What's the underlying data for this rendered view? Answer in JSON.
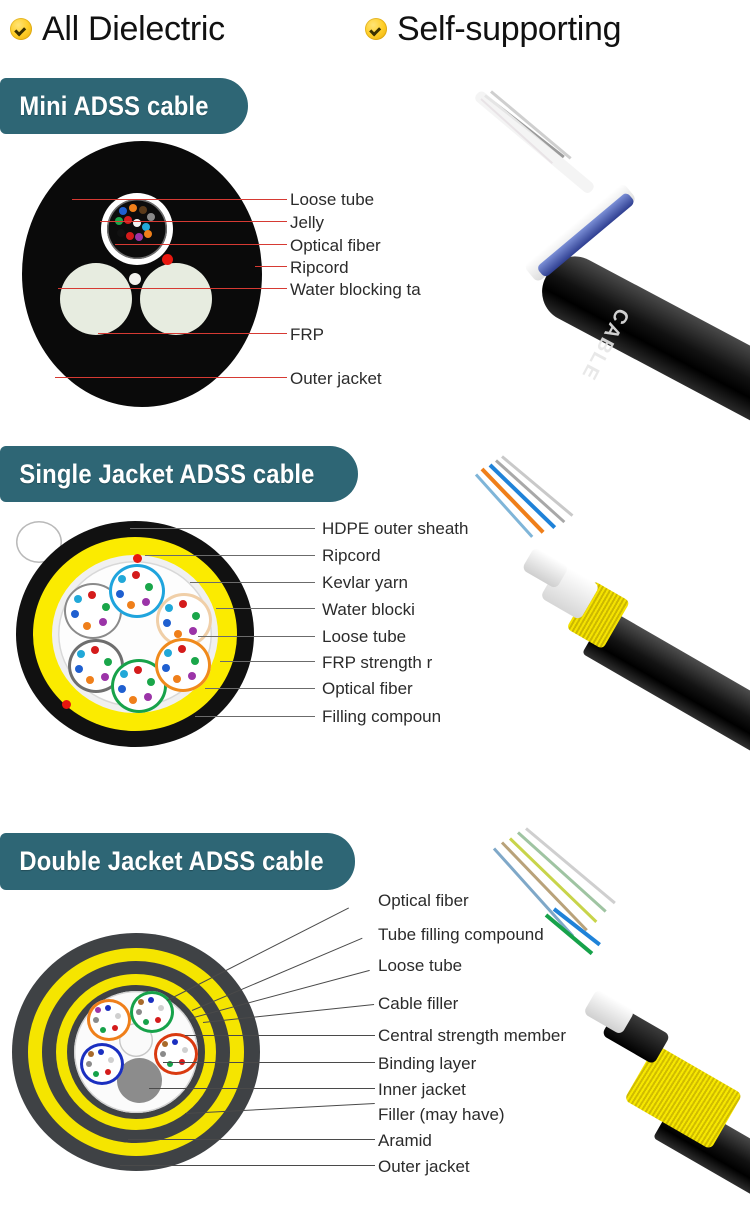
{
  "header": {
    "features": [
      {
        "icon": "check-circle-icon",
        "label": "All Dielectric"
      },
      {
        "icon": "check-circle-icon",
        "label": "Self-supporting"
      }
    ]
  },
  "theme": {
    "banner_bg": "#2e6675",
    "banner_text": "#ffffff",
    "leader_red": "#d63a33",
    "leader_gray": "#6b6b6b",
    "label_text": "#2b2b2b",
    "check_yellow": "#ffcf2a",
    "jacket_black": "#0a0a0a",
    "kevlar_yellow": "#fbeb00",
    "aramid_yellow": "#f5e500",
    "frp_green": "#e7ece0",
    "jacket_gray": "#3f4245",
    "ripcord_red": "#e8170f"
  },
  "sections": [
    {
      "id": "mini-adss",
      "banner": "Mini ADSS cable",
      "labels": [
        "Loose tube",
        "Jelly",
        "Optical fiber",
        "Ripcord",
        "Water blocking ta",
        "FRP",
        "Outer jacket"
      ],
      "photo_text": "CABLE"
    },
    {
      "id": "single-jacket-adss",
      "banner": "Single Jacket ADSS cable",
      "labels": [
        "HDPE outer sheath",
        "Ripcord",
        "Kevlar yarn",
        "Water blocki",
        "Loose tube",
        "FRP strength r",
        "Optical fiber",
        "Filling compoun"
      ]
    },
    {
      "id": "double-jacket-adss",
      "banner": "Double Jacket ADSS cable",
      "labels": [
        "Optical  fiber",
        "Tube  filling  compound",
        "Loose tube",
        "Cable  filler",
        "Central strength member",
        "Binding  layer",
        "Inner  jacket",
        "Filler  (may  have)",
        "Aramid",
        "Outer  jacket"
      ]
    }
  ],
  "fiber_colors": [
    "#d41b1b",
    "#1aa64a",
    "#9b34a8",
    "#ef7f1a",
    "#1f5fd0",
    "#21a8d8"
  ],
  "tube_ring_colors": [
    "#8a8a8a",
    "#1fa4dd",
    "#f0cfa8",
    "#6e6e6e",
    "#17a24a",
    "#f08a1c"
  ],
  "tube_ring_colors_3": [
    "#ef7f1a",
    "#16a24a",
    "#1a2fc0",
    "#d93a10"
  ]
}
